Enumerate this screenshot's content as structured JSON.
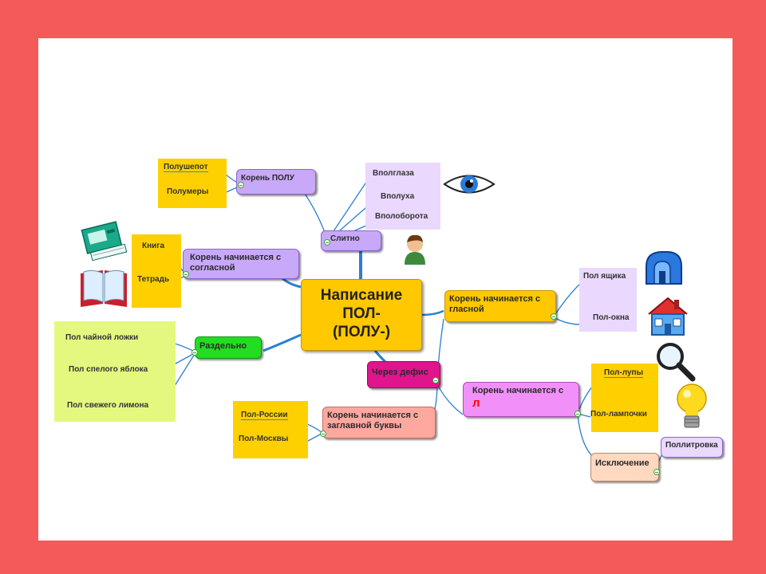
{
  "central": {
    "line1": "Написание",
    "line2": "ПОЛ-",
    "line3": "(ПОЛУ-)"
  },
  "branches": {
    "koren_polu": "Корень ПОЛУ",
    "slitno": "Слитно",
    "soglasnaya": "Корень начинается с согласной",
    "razdelno": "Раздельно",
    "cherez_defis": "Через дефис",
    "glasnaya": "Корень начинается с гласной",
    "zaglavnaya": "Корень начинается с заглавной буквы",
    "l_root_prefix": "Корень начинается с",
    "l_letter": "л",
    "isklyuchenie": "Исключение"
  },
  "leaves": {
    "polu": [
      "Полушепот",
      "Полумеры"
    ],
    "slitno": [
      "Вполглаза",
      "Вполуха",
      "Вполоборота"
    ],
    "soglasnaya": [
      "Книга",
      "Тетрадь"
    ],
    "razdelno": [
      "Пол чайной ложки",
      "Пол спелого яблока",
      "Пол свежего лимона"
    ],
    "glasnaya": [
      "Пол ящика",
      "Пол-окна"
    ],
    "zaglavnaya": [
      "Пол-России",
      "Пол-Москвы"
    ],
    "l": [
      "Пол-лупы",
      "Пол-лампочки"
    ],
    "isklyuchenie": [
      "Поллитровка"
    ]
  },
  "colors": {
    "frame": "#f55a5a",
    "central": "#ffc800",
    "lavender": "#c8a8f8",
    "green": "#22dd22",
    "magenta": "#e0148c",
    "orange": "#ffc800",
    "pink": "#ffa8a0",
    "violet": "#f090f8",
    "peach": "#ffd8c0",
    "leaf_yellow": "#ffd000",
    "leaf_green": "#e4f880",
    "leaf_lavender": "#ead8ff",
    "line": "#2a7fd4"
  },
  "icons": [
    "eye-icon",
    "person-icon",
    "book-stack-icon",
    "open-book-icon",
    "mailbox-icon",
    "house-icon",
    "magnifier-icon",
    "light-bulb-icon"
  ]
}
